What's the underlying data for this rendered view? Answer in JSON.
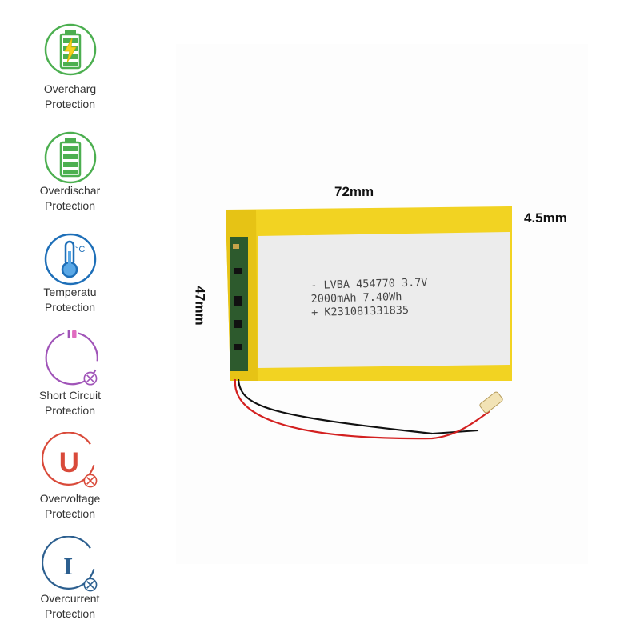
{
  "features": [
    {
      "icon": "battery-charging-icon",
      "line1": "Overcharg",
      "line2": "Protection",
      "color": "#4caf50"
    },
    {
      "icon": "battery-full-icon",
      "line1": "Overdischar",
      "line2": "Protection",
      "color": "#4caf50"
    },
    {
      "icon": "thermometer-icon",
      "line1": "Temperatu",
      "line2": "Protection",
      "color": "#1e6fb8",
      "unit_symbol": "°C"
    },
    {
      "icon": "short-circuit-icon",
      "line1": "Short Circuit",
      "line2": "Protection",
      "color": "#a054b8"
    },
    {
      "icon": "voltage-u-icon",
      "line1": "Overvoltage",
      "line2": "Protection",
      "color": "#d94a3a",
      "symbol": "U"
    },
    {
      "icon": "current-i-icon",
      "line1": "Overcurrent",
      "line2": "Protection",
      "color": "#2c5f8f",
      "symbol": "I"
    }
  ],
  "dimensions": {
    "width": "72mm",
    "thickness": "4.5mm",
    "height": "47mm"
  },
  "battery_label": {
    "line1": "- LVBA 454770 3.7V",
    "line2": "2000mAh 7.40Wh",
    "line3": "+ K231081331835"
  },
  "colors": {
    "battery_tape": "#f2d322",
    "battery_face": "#ececec",
    "wire_red": "#d32020",
    "wire_black": "#111111"
  }
}
